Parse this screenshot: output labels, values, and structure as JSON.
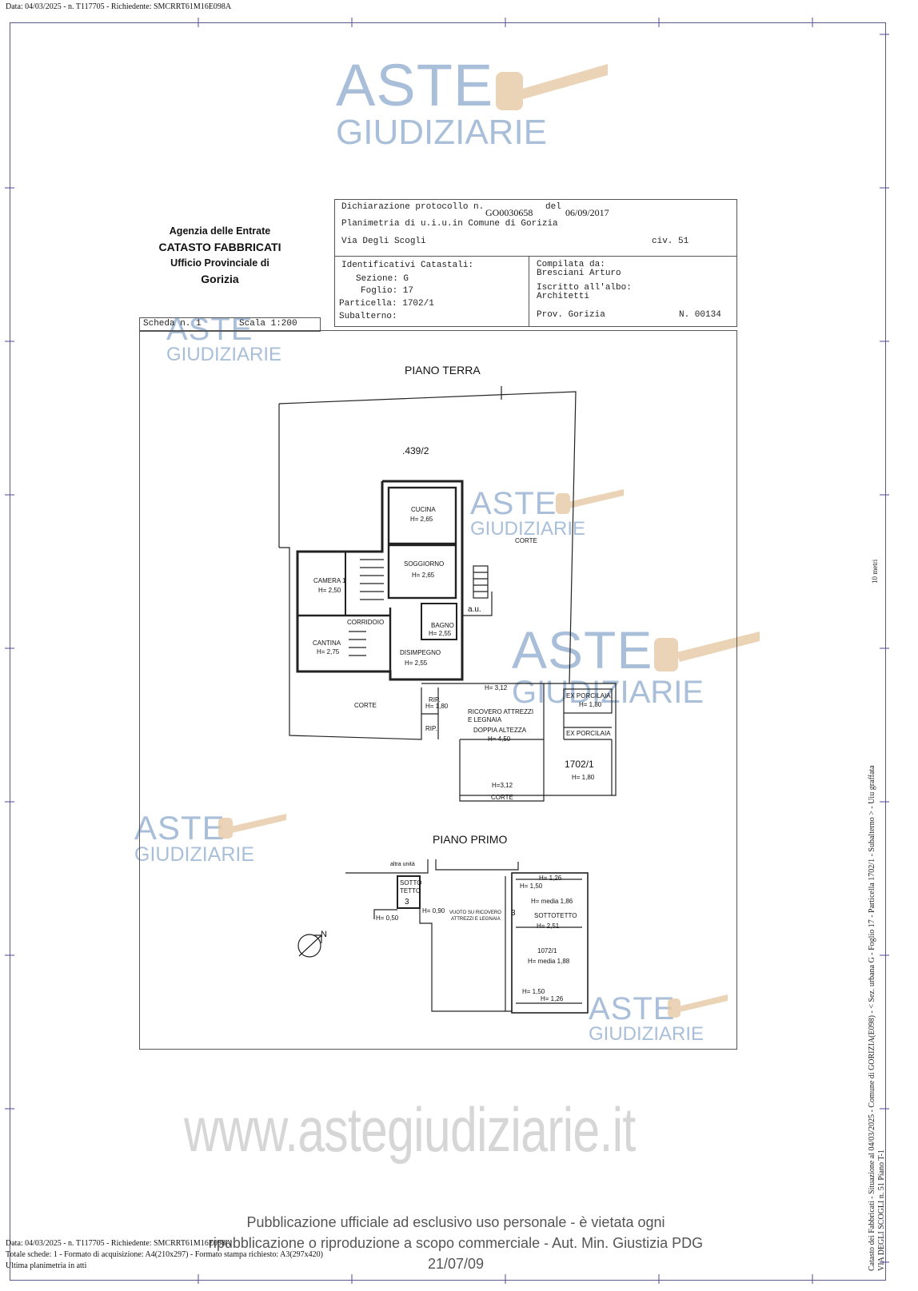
{
  "top_line": "Data: 04/03/2025 - n. T117705 - Richiedente: SMCRRT61M16E098A",
  "watermark": {
    "line1": "ASTE",
    "line2": "GIUDIZIARIE",
    "url": "www.astegiudiziarie.it",
    "notice_line1": "Pubblicazione ufficiale ad esclusivo uso personale - è vietata ogni",
    "notice_line2": "ripubblicazione o riproduzione a scopo commerciale - Aut. Min. Giustizia PDG 21/07/09"
  },
  "agency": {
    "line1": "Agenzia delle Entrate",
    "line2": "CATASTO FABBRICATI",
    "line3": "Ufficio Provinciale di",
    "line4": "Gorizia"
  },
  "declaration": {
    "label": "Dichiarazione protocollo n.",
    "number": "GO0030658",
    "del_label": "del",
    "date": "06/09/2017",
    "planimetria": "Planimetria di u.i.u.in Comune di Gorizia",
    "address": "Via Degli Scogli",
    "civ": "civ. 51"
  },
  "identifiers": {
    "title": "Identificativi Catastali:",
    "sezione": "Sezione: G",
    "foglio": "Foglio: 17",
    "particella": "Particella: 1702/1",
    "subalterno": "Subalterno:"
  },
  "compiler": {
    "label": "Compilata da:",
    "name": "Bresciani Arturo",
    "albo_label": "Iscritto all'albo:",
    "albo": "Architetti",
    "prov": "Prov. Gorizia",
    "number": "N. 00134"
  },
  "scheda": {
    "scheda": "Scheda n. 1",
    "scala": "Scala 1:200"
  },
  "plan": {
    "piano_terra": "PIANO TERRA",
    "parcel": ".439/2",
    "cucina": "CUCINA",
    "cucina_h": "H= 2,65",
    "soggiorno": "SOGGIORNO",
    "soggiorno_h": "H= 2,65",
    "camera": "CAMERA 1",
    "camera_h": "H= 2,50",
    "corridoio": "CORRIDOIO",
    "cantina": "CANTINA",
    "cantina_h": "H= 2,75",
    "bagno": "BAGNO",
    "bagno_h": "H= 2,55",
    "disimpegno": "DISIMPEGNO",
    "disimpegno_h": "H= 2,55",
    "corte": "CORTE",
    "au": "a.u.",
    "rip": "RIP.",
    "rip_h": "H= 1,80",
    "rip2": "RIP.",
    "ricovero1": "RICOVERO ATTREZZI",
    "ricovero2": "E LEGNAIA",
    "doppia": "DOPPIA ALTEZZA",
    "doppia_h": "H= 4,50",
    "h312": "H= 3,12",
    "h312b": "H=3,12",
    "ex_porcilaia": "EX PORCILAIA",
    "ex_porcilaia_h": "H= 1,80",
    "ex_porcilaia2": "EX PORCILAIA",
    "p1702": "1702/1",
    "p1702_h": "H= 1,80",
    "piano_primo": "PIANO PRIMO",
    "altra_unita": "altra unità",
    "sottotetto_a": "SOTTO",
    "sottotetto_b": "TETTO",
    "three": "3",
    "h090": "H= 0,90",
    "h050": "H= 0,50",
    "vuoto1": "VUOTO SU RICOVERO",
    "vuoto2": "ATTREZZI E LEGNAIA",
    "h126": "H= 1,26",
    "h150": "H= 1,50",
    "hmedia186": "H= media 1,86",
    "sottotetto": "SOTTOTETTO",
    "h251": "H= 2,51",
    "p1072": "1072/1",
    "hmedia188": "H= media 1,88",
    "north": "N"
  },
  "bottom": {
    "line1": "Data: 04/03/2025 - n. T117705 - Richiedente: SMCRRT61M16E098A",
    "line2": "Totale schede: 1 - Formato di acquisizione: A4(210x297) - Formato stampa richiesto: A3(297x420)",
    "line3": "Ultima planimetria in atti"
  },
  "side": {
    "line1": "Catasto dei Fabbricati - Situazione al 04/03/2025 - Comune di GORIZIA(E098) - < Sez. urbana G - Foglio 17 - Particella 1702/1 - Subalterno > - Uiu graffata",
    "line2": "VIA DEGLI SCOGLI n. 51 Piano T-1",
    "scale_mark": "10 metri"
  }
}
